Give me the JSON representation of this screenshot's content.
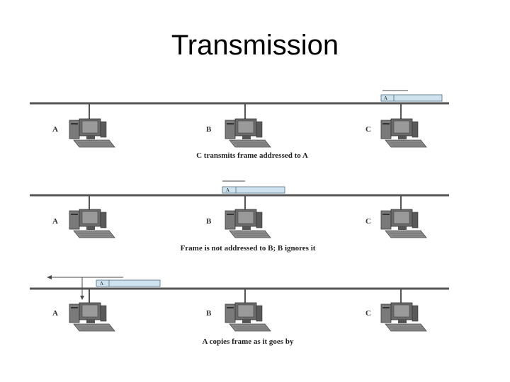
{
  "slide": {
    "title": "Transmission"
  },
  "figure": {
    "panels": [
      {
        "caption": "C transmits frame addressed to A",
        "stations": [
          "A",
          "B",
          "C"
        ],
        "frame_label": "A"
      },
      {
        "caption": "Frame is not addressed to B; B ignores it",
        "stations": [
          "A",
          "B",
          "C"
        ],
        "frame_label": "A"
      },
      {
        "caption": "A copies frame as it goes by",
        "stations": [
          "A",
          "B",
          "C"
        ],
        "frame_label": "A"
      }
    ],
    "colors": {
      "bus": "#555555",
      "frame_fill": "#cfe3ee",
      "frame_stroke": "#4a6c88",
      "computer": "#6b6b6b"
    }
  }
}
